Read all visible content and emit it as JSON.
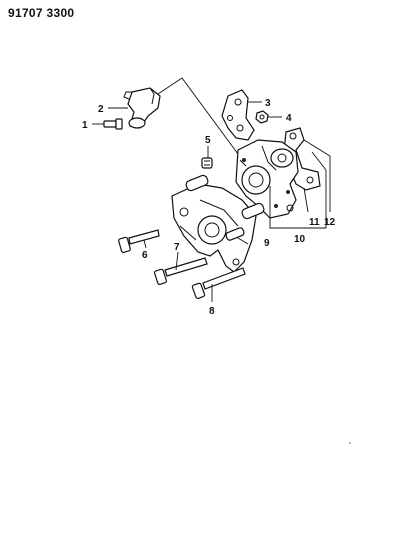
{
  "diagram_number": "91707 3300",
  "callouts": [
    {
      "id": "c1",
      "label": "1"
    },
    {
      "id": "c2",
      "label": "2"
    },
    {
      "id": "c3",
      "label": "3"
    },
    {
      "id": "c4",
      "label": "4"
    },
    {
      "id": "c5",
      "label": "5"
    },
    {
      "id": "c6",
      "label": "6"
    },
    {
      "id": "c7",
      "label": "7"
    },
    {
      "id": "c8",
      "label": "8"
    },
    {
      "id": "c9",
      "label": "9"
    },
    {
      "id": "c10",
      "label": "10"
    },
    {
      "id": "c11",
      "label": "11"
    },
    {
      "id": "c12",
      "label": "12"
    }
  ]
}
